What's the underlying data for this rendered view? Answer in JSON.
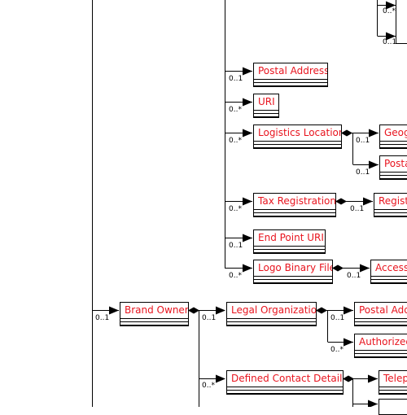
{
  "colors": {
    "label": "#e8141e",
    "line": "#000000"
  },
  "nodes": {
    "postal_address": "Postal Address",
    "uri": "URI",
    "logistics_location": "Logistics Location",
    "geo": "Geog",
    "posta": "Posta",
    "tax_registration": "Tax Registration",
    "regist": "Regist",
    "end_point_uri": "End Point URI",
    "logo_binary_file": "Logo Binary File",
    "access": "Access",
    "brand_owner": "Brand Owner",
    "legal_organization": "Legal Organization",
    "postal_add": "Postal Add",
    "authorized": "Authorized",
    "defined_contact_details": "Defined Contact Details",
    "telep": "Telep"
  },
  "mult": {
    "top_many": "0..*",
    "top_one": "0..1",
    "postal_address": "0..1",
    "uri": "0..*",
    "logistics_location": "0..*",
    "geo": "0..1",
    "posta": "0..1",
    "tax_registration": "0..*",
    "regist": "0..1",
    "end_point_uri": "0..1",
    "logo_binary_file": "0..*",
    "access": "0..1",
    "brand_owner": "0..1",
    "legal_organization": "0..1",
    "postal_add": "0..1",
    "authorized": "0..*",
    "defined_contact_details": "0..*"
  }
}
